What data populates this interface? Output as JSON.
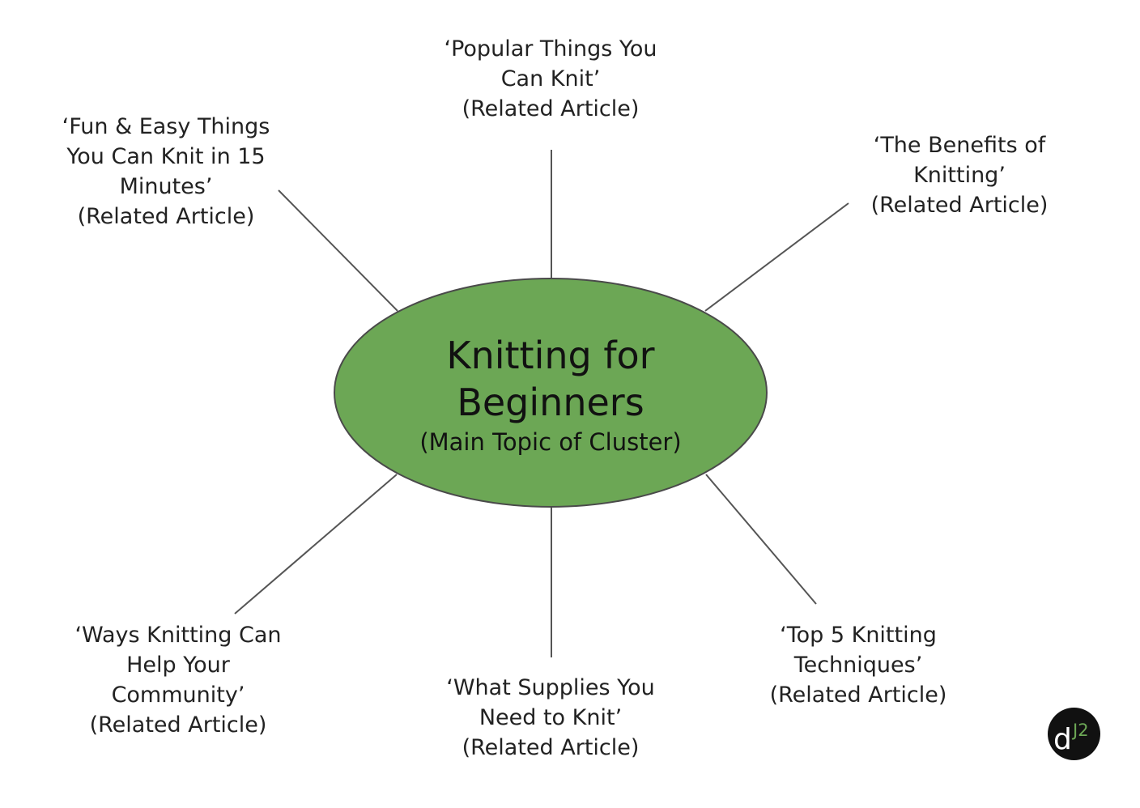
{
  "hub": {
    "title_line1": "Knitting for",
    "title_line2": "Beginners",
    "subtitle": "(Main Topic of Cluster)",
    "fill_color": "#6ca755",
    "stroke_color": "#4a4a4a"
  },
  "nodes": {
    "popular": {
      "title_line1": "‘Popular Things You",
      "title_line2": "Can Knit’",
      "subtitle": "(Related Article)"
    },
    "fun_easy": {
      "title_line1": "‘Fun & Easy Things",
      "title_line2": "You Can Knit in 15",
      "title_line3": "Minutes’",
      "subtitle": "(Related Article)"
    },
    "benefits": {
      "title_line1": "‘The Benefits of",
      "title_line2": "Knitting’",
      "subtitle": "(Related Article)"
    },
    "ways": {
      "title_line1": "‘Ways Knitting Can",
      "title_line2": "Help Your",
      "title_line3": "Community’",
      "subtitle": "(Related Article)"
    },
    "supplies": {
      "title_line1": "‘What Supplies You",
      "title_line2": "Need to Knit’",
      "subtitle": "(Related Article)"
    },
    "top5": {
      "title_line1": "‘Top 5 Knitting",
      "title_line2": "Techniques’",
      "subtitle": "(Related Article)"
    }
  },
  "logo": {
    "letter_d": "d",
    "letters_j2": "J2",
    "accent_color": "#6ca755",
    "background_color": "#111111"
  },
  "connector_color": "#555555"
}
